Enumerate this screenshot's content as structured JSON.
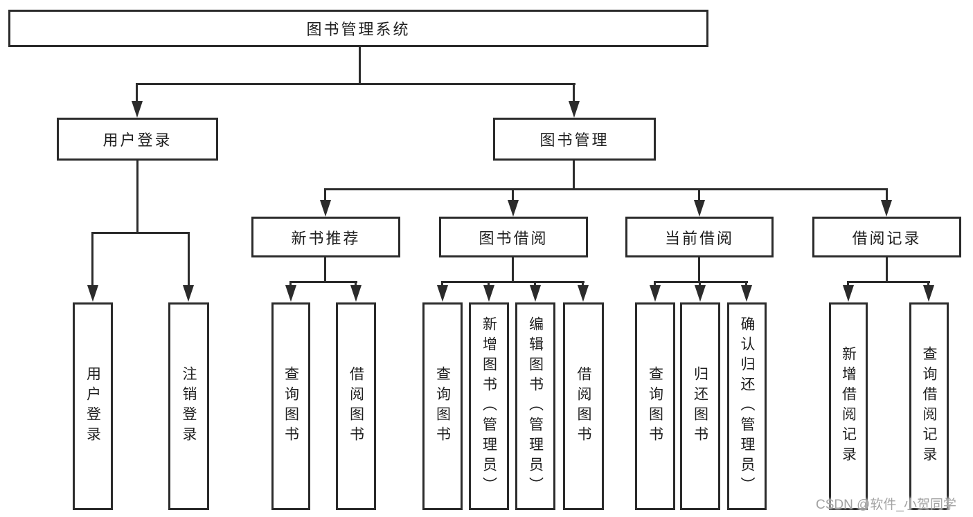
{
  "diagram": {
    "title_box": "图书管理系统",
    "level2": {
      "user_login": "用户登录",
      "book_management": "图书管理"
    },
    "level3": {
      "new_book_recommend": "新书推荐",
      "book_borrow": "图书借阅",
      "current_borrow": "当前借阅",
      "borrow_record": "借阅记录"
    },
    "leaves": {
      "user_login": [
        "用户登录",
        "注销登录"
      ],
      "new_book_recommend": [
        "查询图书",
        "借阅图书"
      ],
      "book_borrow": [
        "查询图书",
        "新增图书（管理员）",
        "编辑图书（管理员）",
        "借阅图书"
      ],
      "current_borrow": [
        "查询图书",
        "归还图书",
        "确认归还（管理员）"
      ],
      "borrow_record": [
        "新增借阅记录",
        "查询借阅记录"
      ]
    }
  },
  "watermark": "CSDN @软件_小贺同学",
  "colors": {
    "line": "#2b2b2b",
    "text": "#1f1f1f",
    "watermark": "#a3a3a3",
    "background": "#ffffff"
  }
}
